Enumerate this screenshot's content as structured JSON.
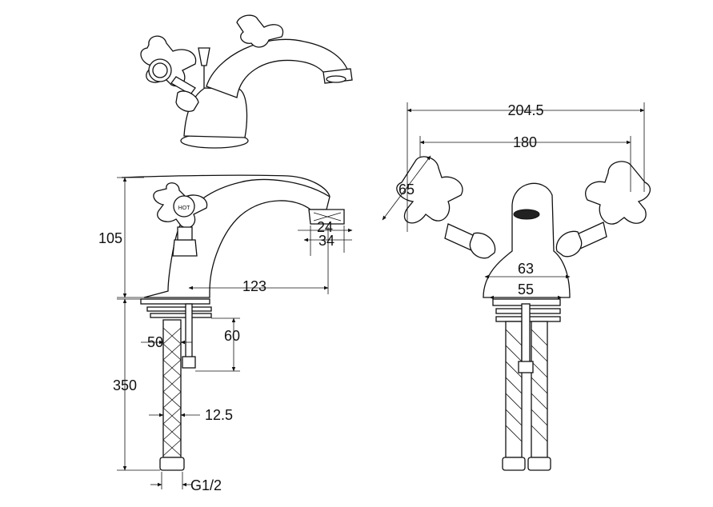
{
  "colors": {
    "line": "#111111",
    "background": "#ffffff"
  },
  "dimensions": {
    "overall_width": "204.5",
    "handle_centres": "180",
    "handle_angle_height": "65",
    "body_base_outer": "63",
    "body_base_inner": "55",
    "overall_height": "105",
    "aerator_inner": "24",
    "aerator_outer": "34",
    "spout_reach": "123",
    "tail_width": "50",
    "thread_length": "60",
    "hose_length": "350",
    "hose_diameter": "12.5",
    "connector_thread": "G1/2"
  },
  "labels": {
    "hot_badge": "HOT"
  }
}
